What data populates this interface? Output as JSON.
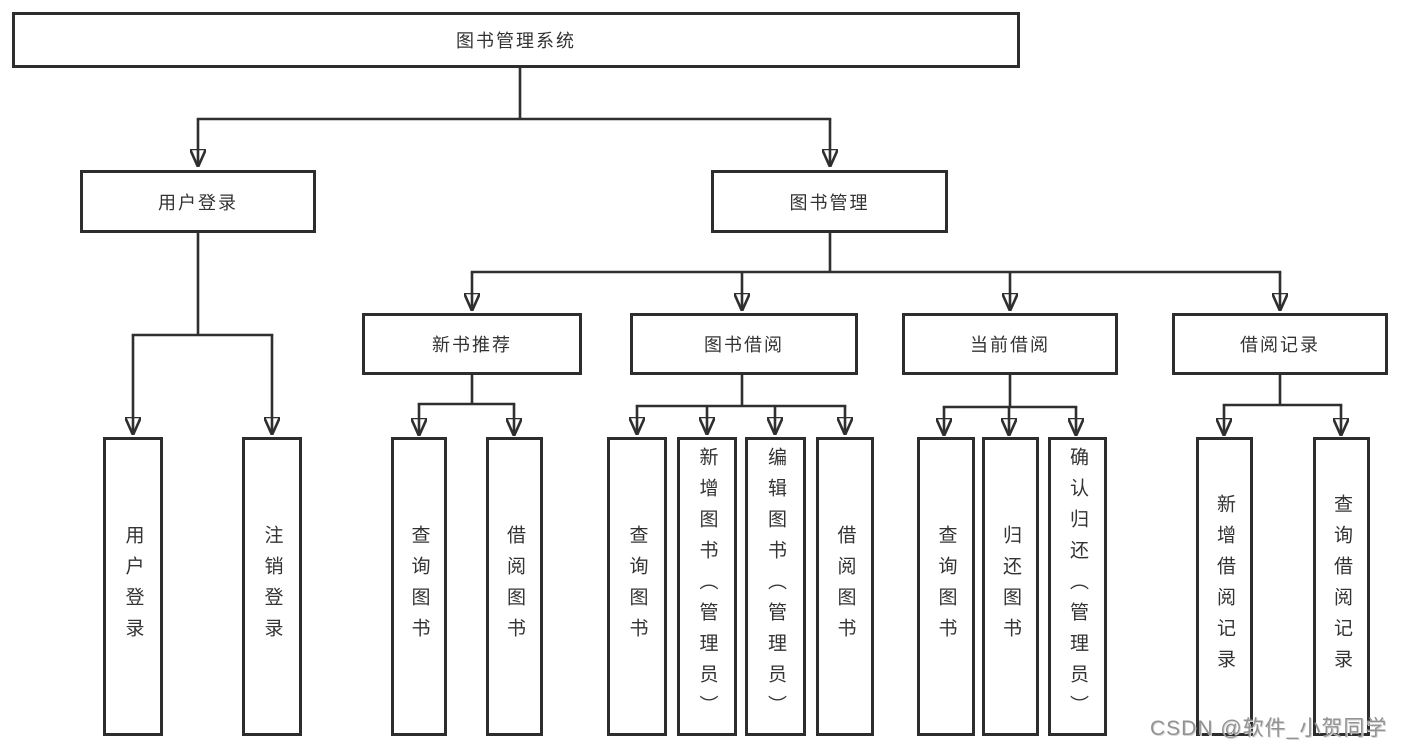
{
  "colors": {
    "line": "#2f2f2f",
    "box_border": "#2d2d2d",
    "box_background": "#ffffff",
    "text": "#333333",
    "watermark_text_color": "#929292"
  },
  "diagram": {
    "root": {
      "label": "图书管理系统"
    },
    "user_login": {
      "label": "用户登录",
      "children": [
        {
          "label": "用户登录"
        },
        {
          "label": "注销登录"
        }
      ]
    },
    "book_mgmt": {
      "label": "图书管理",
      "children": [
        {
          "label": "新书推荐",
          "children": [
            {
              "label": "查询图书"
            },
            {
              "label": "借阅图书"
            }
          ]
        },
        {
          "label": "图书借阅",
          "children": [
            {
              "label": "查询图书"
            },
            {
              "label": "新增图书（管理员）"
            },
            {
              "label": "编辑图书（管理员）"
            },
            {
              "label": "借阅图书"
            }
          ]
        },
        {
          "label": "当前借阅",
          "children": [
            {
              "label": "查询图书"
            },
            {
              "label": "归还图书"
            },
            {
              "label": "确认归还（管理员）"
            }
          ]
        },
        {
          "label": "借阅记录",
          "children": [
            {
              "label": "新增借阅记录"
            },
            {
              "label": "查询借阅记录"
            }
          ]
        }
      ]
    }
  },
  "watermark": {
    "text": "CSDN @软件_小贺同学"
  }
}
